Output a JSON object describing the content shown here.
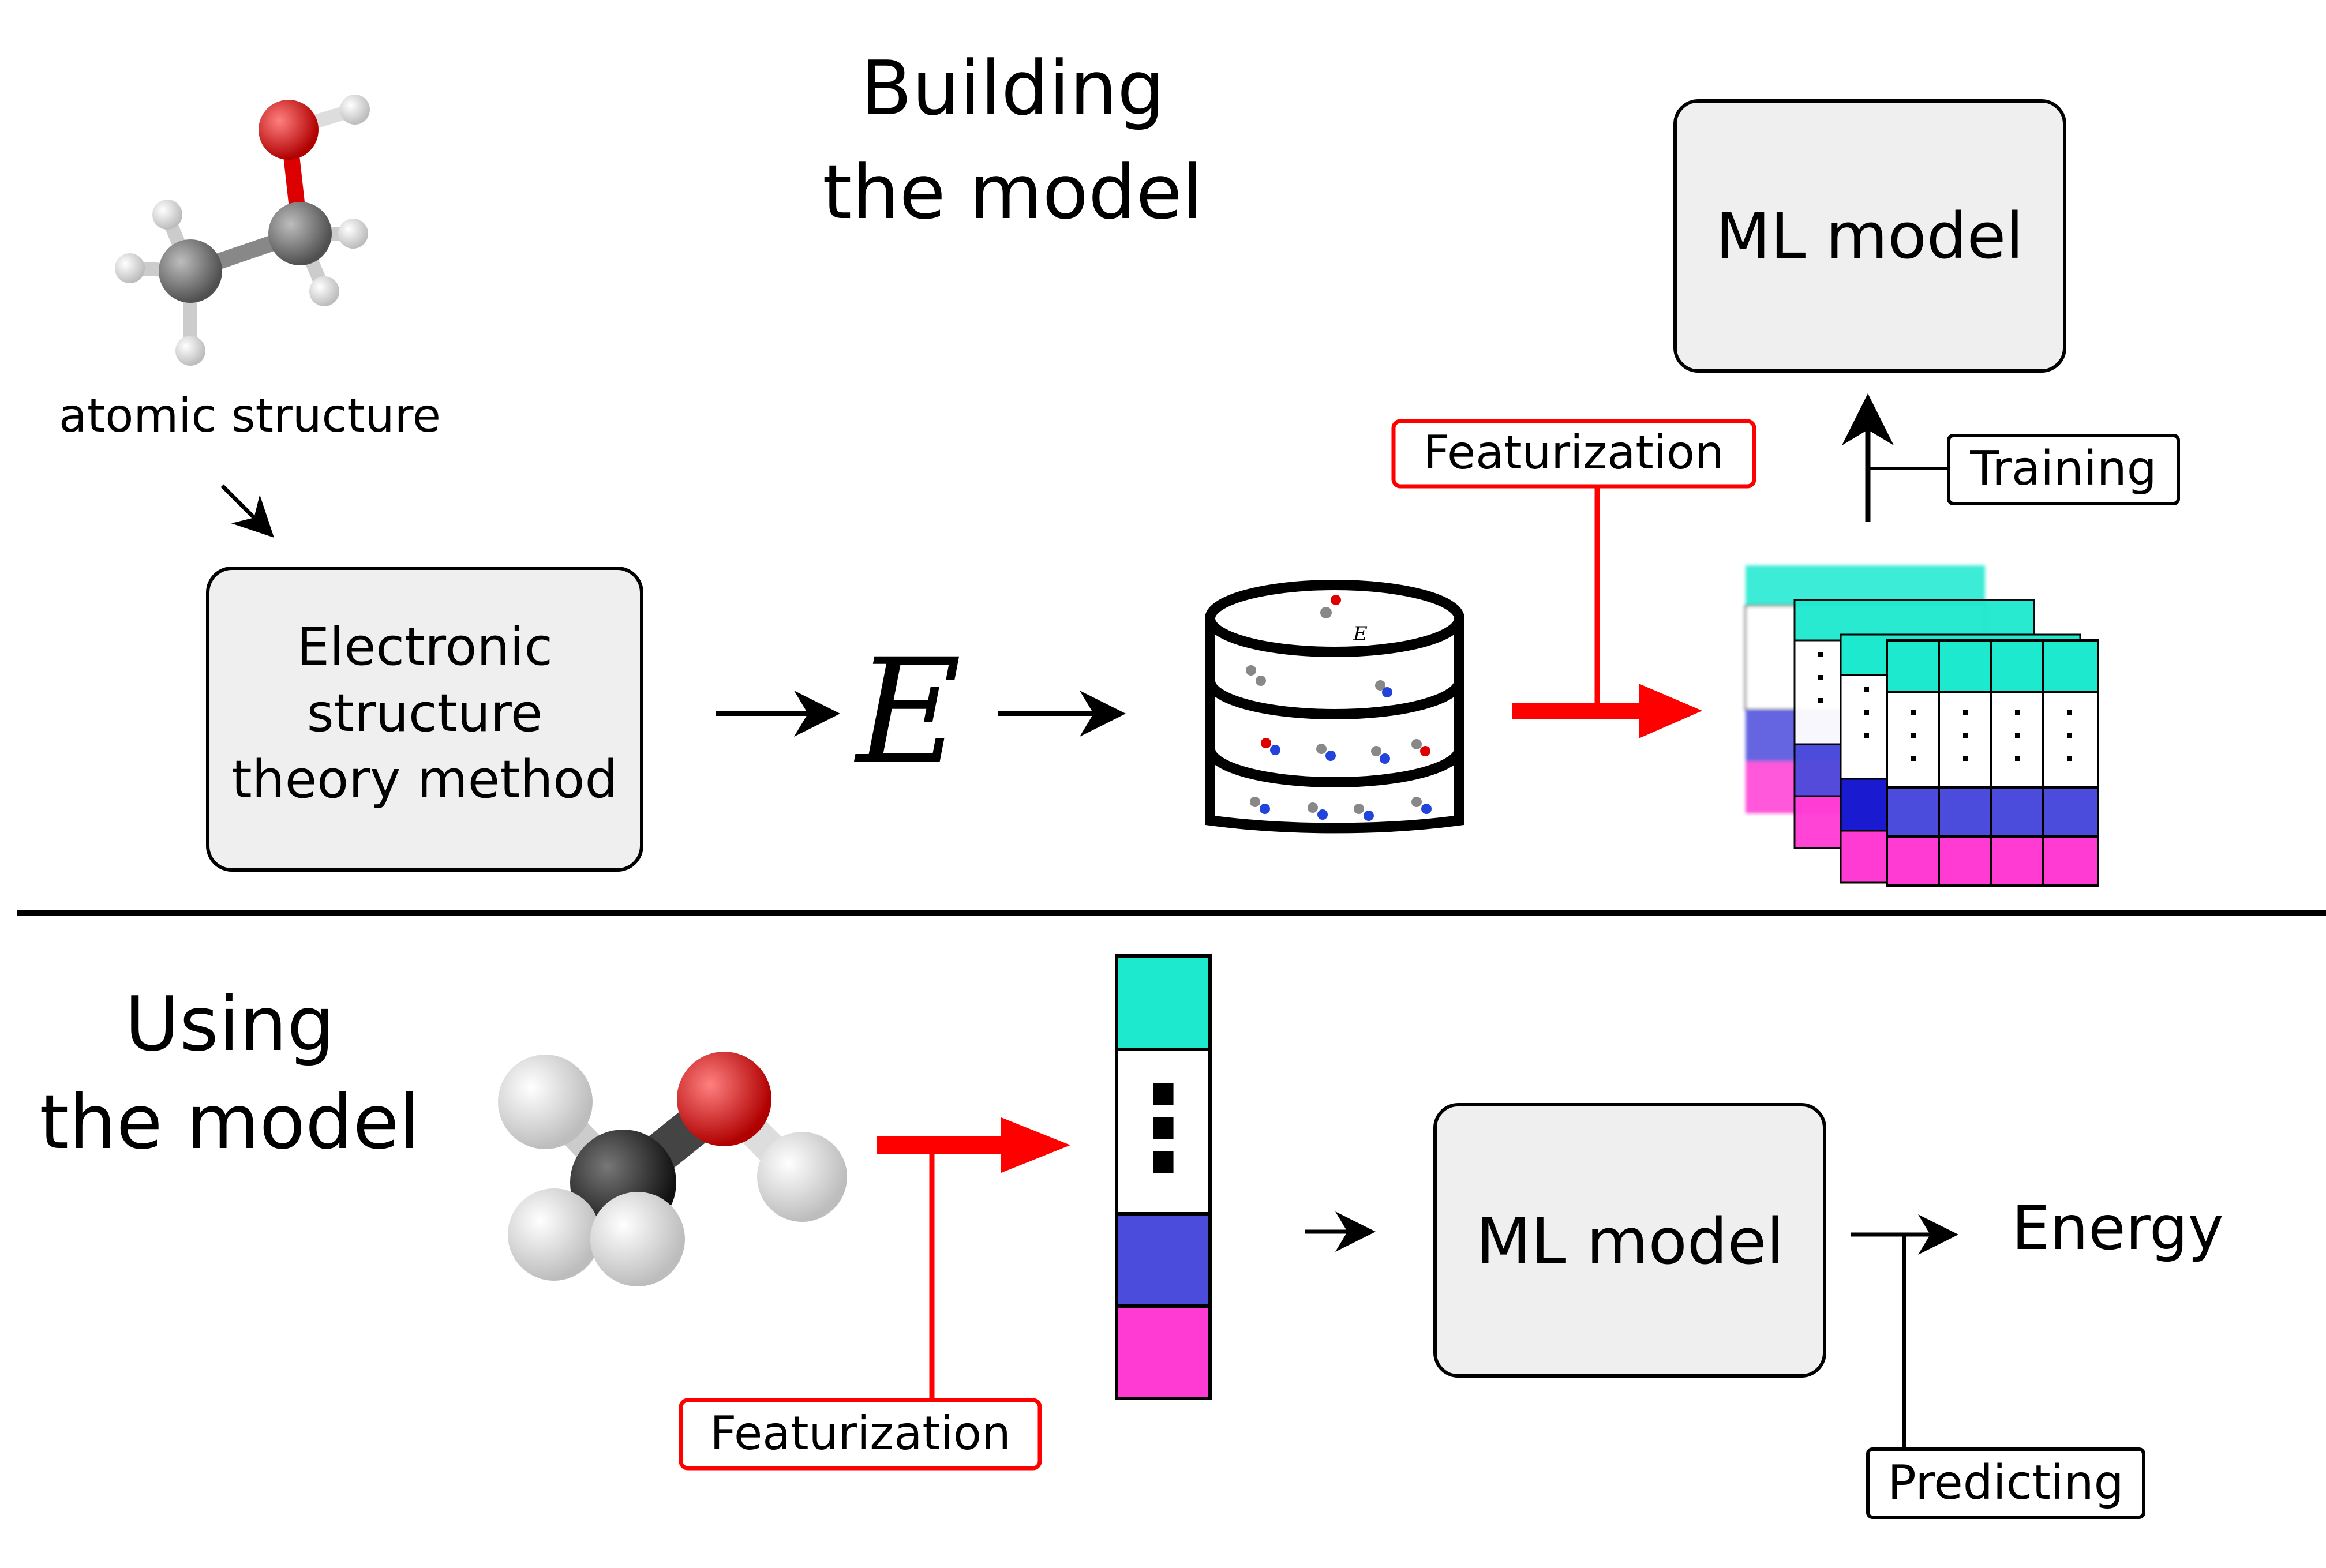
{
  "top": {
    "heading_line1": "Building",
    "heading_line2": "the model",
    "atomic_structure_label": "atomic structure",
    "esm_line1": "Electronic",
    "esm_line2": "structure",
    "esm_line3": "theory method",
    "energy_symbol": "E",
    "db_energy_symbol": "E",
    "featurization_label": "Featurization",
    "ml_model_label": "ML model",
    "training_label": "Training"
  },
  "bottom": {
    "heading_line1": "Using",
    "heading_line2": "the model",
    "featurization_label": "Featurization",
    "feature_vector_dots": "⋮",
    "ml_model_label": "ML model",
    "energy_label": "Energy",
    "predicting_label": "Predicting"
  },
  "colors": {
    "accent_red": "#ff0000",
    "box_fill": "#efefef",
    "teal": "#1de9cf",
    "blue": "#4b4bdc",
    "magenta": "#ff3bd4",
    "oxygen": "#e00000",
    "carbon": "#777777",
    "hydrogen": "#f2f2f2"
  }
}
